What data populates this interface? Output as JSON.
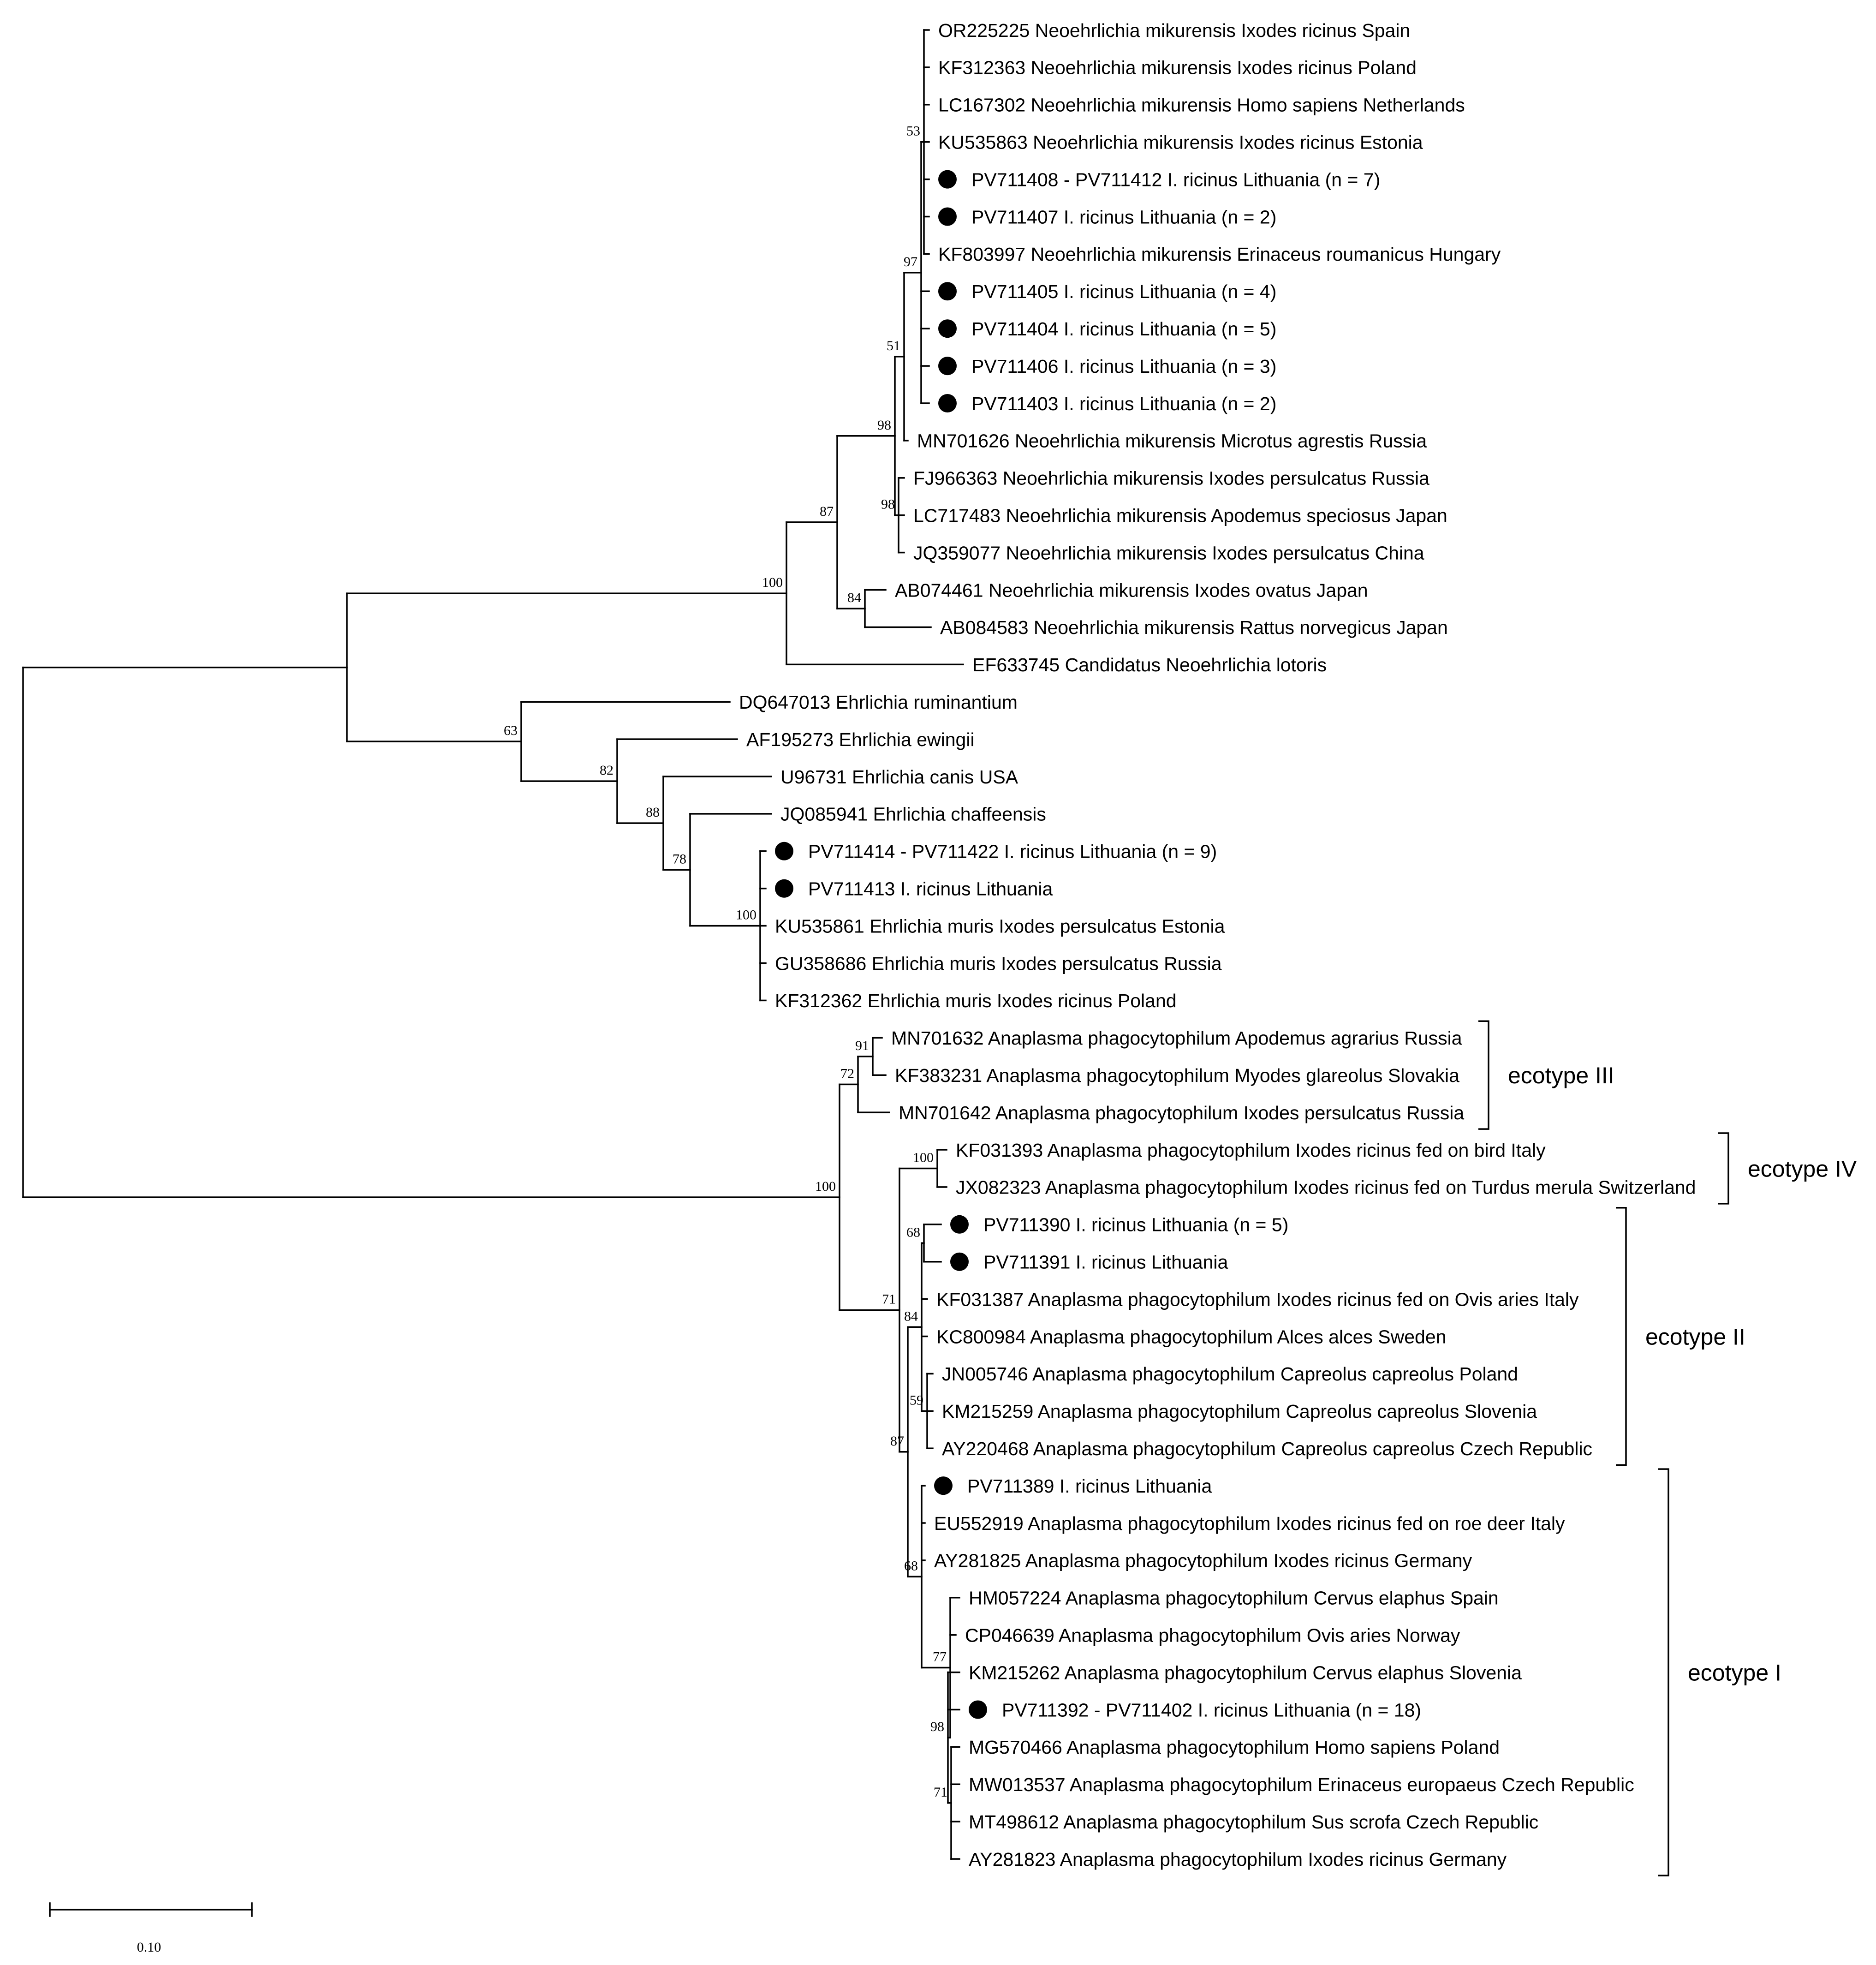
{
  "tree": {
    "scale_bar_label": "0.10",
    "marker_color": "#000000",
    "leaves": [
      {
        "id": "L0",
        "label": "OR225225 Neoehrlichia mikurensis Ixodes ricinus Spain",
        "marked": false
      },
      {
        "id": "L1",
        "label": "KF312363 Neoehrlichia mikurensis Ixodes ricinus Poland",
        "marked": false
      },
      {
        "id": "L2",
        "label": "LC167302 Neoehrlichia mikurensis Homo sapiens Netherlands",
        "marked": false
      },
      {
        "id": "L3",
        "label": "KU535863 Neoehrlichia mikurensis Ixodes ricinus Estonia",
        "marked": false
      },
      {
        "id": "L4",
        "label": "PV711408 - PV711412 I. ricinus Lithuania (n = 7)",
        "marked": true
      },
      {
        "id": "L5",
        "label": "PV711407 I. ricinus Lithuania (n = 2)",
        "marked": true
      },
      {
        "id": "L6",
        "label": "KF803997 Neoehrlichia mikurensis Erinaceus roumanicus Hungary",
        "marked": false
      },
      {
        "id": "L7",
        "label": "PV711405 I. ricinus Lithuania (n = 4)",
        "marked": true
      },
      {
        "id": "L8",
        "label": "PV711404 I. ricinus Lithuania (n = 5)",
        "marked": true
      },
      {
        "id": "L9",
        "label": "PV711406 I. ricinus Lithuania (n = 3)",
        "marked": true
      },
      {
        "id": "L10",
        "label": "PV711403 I. ricinus Lithuania (n = 2)",
        "marked": true
      },
      {
        "id": "L11",
        "label": "MN701626 Neoehrlichia mikurensis Microtus agrestis Russia",
        "marked": false
      },
      {
        "id": "L12",
        "label": "FJ966363 Neoehrlichia mikurensis Ixodes persulcatus Russia",
        "marked": false
      },
      {
        "id": "L13",
        "label": "LC717483 Neoehrlichia mikurensis Apodemus speciosus Japan",
        "marked": false
      },
      {
        "id": "L14",
        "label": "JQ359077 Neoehrlichia mikurensis Ixodes persulcatus China",
        "marked": false
      },
      {
        "id": "L15",
        "label": "AB074461 Neoehrlichia mikurensis Ixodes ovatus Japan",
        "marked": false
      },
      {
        "id": "L16",
        "label": "AB084583 Neoehrlichia mikurensis Rattus norvegicus Japan",
        "marked": false
      },
      {
        "id": "L17",
        "label": "EF633745 Candidatus Neoehrlichia lotoris",
        "marked": false
      },
      {
        "id": "L18",
        "label": "DQ647013 Ehrlichia ruminantium",
        "marked": false
      },
      {
        "id": "L19",
        "label": "AF195273 Ehrlichia ewingii",
        "marked": false
      },
      {
        "id": "L20",
        "label": "U96731 Ehrlichia canis USA",
        "marked": false
      },
      {
        "id": "L21",
        "label": "JQ085941 Ehrlichia chaffeensis",
        "marked": false
      },
      {
        "id": "L22",
        "label": "PV711414 - PV711422 I. ricinus Lithuania (n = 9)",
        "marked": true
      },
      {
        "id": "L23",
        "label": "PV711413 I. ricinus Lithuania",
        "marked": true
      },
      {
        "id": "L24",
        "label": "KU535861 Ehrlichia muris Ixodes persulcatus Estonia",
        "marked": false
      },
      {
        "id": "L25",
        "label": "GU358686 Ehrlichia muris Ixodes persulcatus Russia",
        "marked": false
      },
      {
        "id": "L26",
        "label": "KF312362 Ehrlichia muris Ixodes ricinus Poland",
        "marked": false
      },
      {
        "id": "L27",
        "label": "MN701632 Anaplasma phagocytophilum Apodemus agrarius Russia",
        "marked": false
      },
      {
        "id": "L28",
        "label": "KF383231 Anaplasma phagocytophilum Myodes glareolus Slovakia",
        "marked": false
      },
      {
        "id": "L29",
        "label": "MN701642 Anaplasma phagocytophilum Ixodes persulcatus Russia",
        "marked": false
      },
      {
        "id": "L30",
        "label": "KF031393 Anaplasma phagocytophilum Ixodes ricinus fed on bird Italy",
        "marked": false
      },
      {
        "id": "L31",
        "label": "JX082323 Anaplasma phagocytophilum Ixodes ricinus fed on Turdus merula Switzerland",
        "marked": false
      },
      {
        "id": "L32",
        "label": "PV711390 I. ricinus Lithuania (n = 5)",
        "marked": true
      },
      {
        "id": "L33",
        "label": "PV711391 I. ricinus Lithuania",
        "marked": true
      },
      {
        "id": "L34",
        "label": "KF031387 Anaplasma phagocytophilum Ixodes ricinus fed on Ovis aries Italy",
        "marked": false
      },
      {
        "id": "L35",
        "label": "KC800984 Anaplasma phagocytophilum Alces alces Sweden",
        "marked": false
      },
      {
        "id": "L36",
        "label": "JN005746 Anaplasma phagocytophilum Capreolus capreolus Poland",
        "marked": false
      },
      {
        "id": "L37",
        "label": "KM215259 Anaplasma phagocytophilum Capreolus capreolus Slovenia",
        "marked": false
      },
      {
        "id": "L38",
        "label": "AY220468 Anaplasma phagocytophilum Capreolus capreolus Czech Republic",
        "marked": false
      },
      {
        "id": "L39",
        "label": "PV711389 I. ricinus Lithuania",
        "marked": true
      },
      {
        "id": "L40",
        "label": "EU552919 Anaplasma phagocytophilum Ixodes ricinus fed on roe deer Italy",
        "marked": false
      },
      {
        "id": "L41",
        "label": "AY281825 Anaplasma phagocytophilum Ixodes ricinus Germany",
        "marked": false
      },
      {
        "id": "L42",
        "label": "HM057224 Anaplasma phagocytophilum Cervus elaphus Spain",
        "marked": false
      },
      {
        "id": "L43",
        "label": "CP046639 Anaplasma phagocytophilum Ovis aries Norway",
        "marked": false
      },
      {
        "id": "L44",
        "label": "KM215262 Anaplasma phagocytophilum Cervus elaphus Slovenia",
        "marked": false
      },
      {
        "id": "L45",
        "label": "PV711392 - PV711402 I. ricinus Lithuania (n = 18)",
        "marked": true
      },
      {
        "id": "L46",
        "label": "MG570466 Anaplasma phagocytophilum Homo sapiens Poland",
        "marked": false
      },
      {
        "id": "L47",
        "label": "MW013537 Anaplasma phagocytophilum Erinaceus europaeus Czech Republic",
        "marked": false
      },
      {
        "id": "L48",
        "label": "MT498612 Anaplasma phagocytophilum Sus scrofa Czech Republic",
        "marked": false
      },
      {
        "id": "L49",
        "label": "AY281823 Anaplasma phagocytophilum Ixodes ricinus Germany",
        "marked": false
      }
    ],
    "bootstrap": [
      {
        "node": "N53",
        "value": "53"
      },
      {
        "node": "N97",
        "value": "97"
      },
      {
        "node": "N51",
        "value": "51"
      },
      {
        "node": "N98a",
        "value": "98"
      },
      {
        "node": "N98b",
        "value": "98"
      },
      {
        "node": "N87a",
        "value": "87"
      },
      {
        "node": "N84a",
        "value": "84"
      },
      {
        "node": "N100a",
        "value": "100"
      },
      {
        "node": "N63",
        "value": "63"
      },
      {
        "node": "N82",
        "value": "82"
      },
      {
        "node": "N88",
        "value": "88"
      },
      {
        "node": "N78",
        "value": "78"
      },
      {
        "node": "N100b",
        "value": "100"
      },
      {
        "node": "N91",
        "value": "91"
      },
      {
        "node": "N72",
        "value": "72"
      },
      {
        "node": "N100c",
        "value": "100"
      },
      {
        "node": "N100d",
        "value": "100"
      },
      {
        "node": "N68a",
        "value": "68"
      },
      {
        "node": "N84b",
        "value": "84"
      },
      {
        "node": "N71a",
        "value": "71"
      },
      {
        "node": "N59",
        "value": "59"
      },
      {
        "node": "N87b",
        "value": "87"
      },
      {
        "node": "N68b",
        "value": "68"
      },
      {
        "node": "N77",
        "value": "77"
      },
      {
        "node": "N98c",
        "value": "98"
      },
      {
        "node": "N71b",
        "value": "71"
      }
    ],
    "ecotypes": [
      {
        "id": "III",
        "label": "ecotype III",
        "from_leaf": 27,
        "to_leaf": 29
      },
      {
        "id": "IV",
        "label": "ecotype IV",
        "from_leaf": 30,
        "to_leaf": 31
      },
      {
        "id": "II",
        "label": "ecotype II",
        "from_leaf": 32,
        "to_leaf": 38
      },
      {
        "id": "I",
        "label": "ecotype I",
        "from_leaf": 39,
        "to_leaf": 49
      }
    ]
  }
}
